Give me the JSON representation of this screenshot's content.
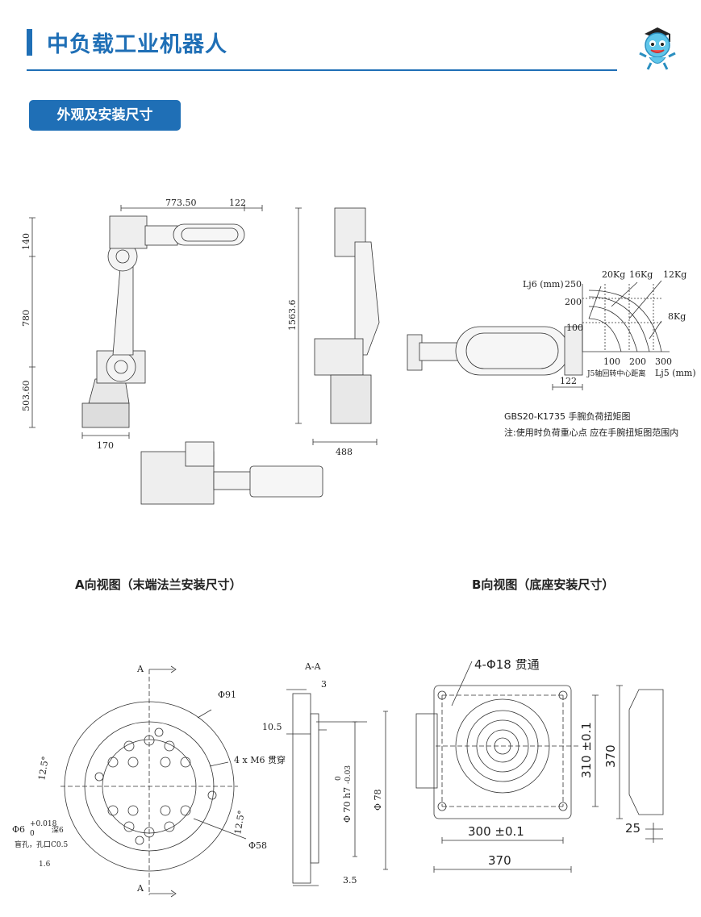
{
  "header": {
    "title": "中负载工业机器人"
  },
  "section": {
    "label": "外观及安装尺寸"
  },
  "robot_dims": {
    "d773": "773.50",
    "d122a": "122",
    "d140": "140",
    "d780": "780",
    "d503": "503.60",
    "d170": "170",
    "d1563": "1563.6",
    "d488": "488"
  },
  "torque_chart": {
    "ylabel": "Lj6 (mm)",
    "xlabel": "J5轴回转中心距离",
    "xunit": "Lj5 (mm)",
    "y_ticks": [
      "250",
      "200",
      "100"
    ],
    "x_ticks": [
      "100",
      "200",
      "300"
    ],
    "loads": [
      "20Kg",
      "16Kg",
      "12Kg",
      "8Kg"
    ],
    "offset": "122",
    "caption": "GBS20-K1735 手腕负荷扭矩图",
    "note": "注:使用时负荷重心点  应在手腕扭矩图范围内"
  },
  "captions": {
    "view_a": "A向视图（末端法兰安装尺寸）",
    "view_b": "B向视图（底座安装尺寸）"
  },
  "flange": {
    "section_label": "A",
    "section_aa": "A-A",
    "d91": "Φ91",
    "m6": "4 x M6 贯穿",
    "d58": "Φ58",
    "ang1": "12.5°",
    "ang2": "12.5°",
    "pin": "Φ6",
    "pin_tol_top": "+0.018",
    "pin_tol_bot": "0",
    "depth": "深6",
    "pin_note": "盲孔，孔口C0.5",
    "rough": "1.6",
    "d3": "3",
    "d105": "10.5",
    "d70": "Φ 70 h7",
    "d70_tol_top": "0",
    "d70_tol_bot": "-0.03",
    "d78": "Φ 78",
    "d35": "3.5"
  },
  "base": {
    "holes": "4-Φ18 贯通",
    "d310": "310 ±0.1",
    "d370v": "370",
    "d300": "300 ±0.1",
    "d370h": "370",
    "d25": "25"
  }
}
